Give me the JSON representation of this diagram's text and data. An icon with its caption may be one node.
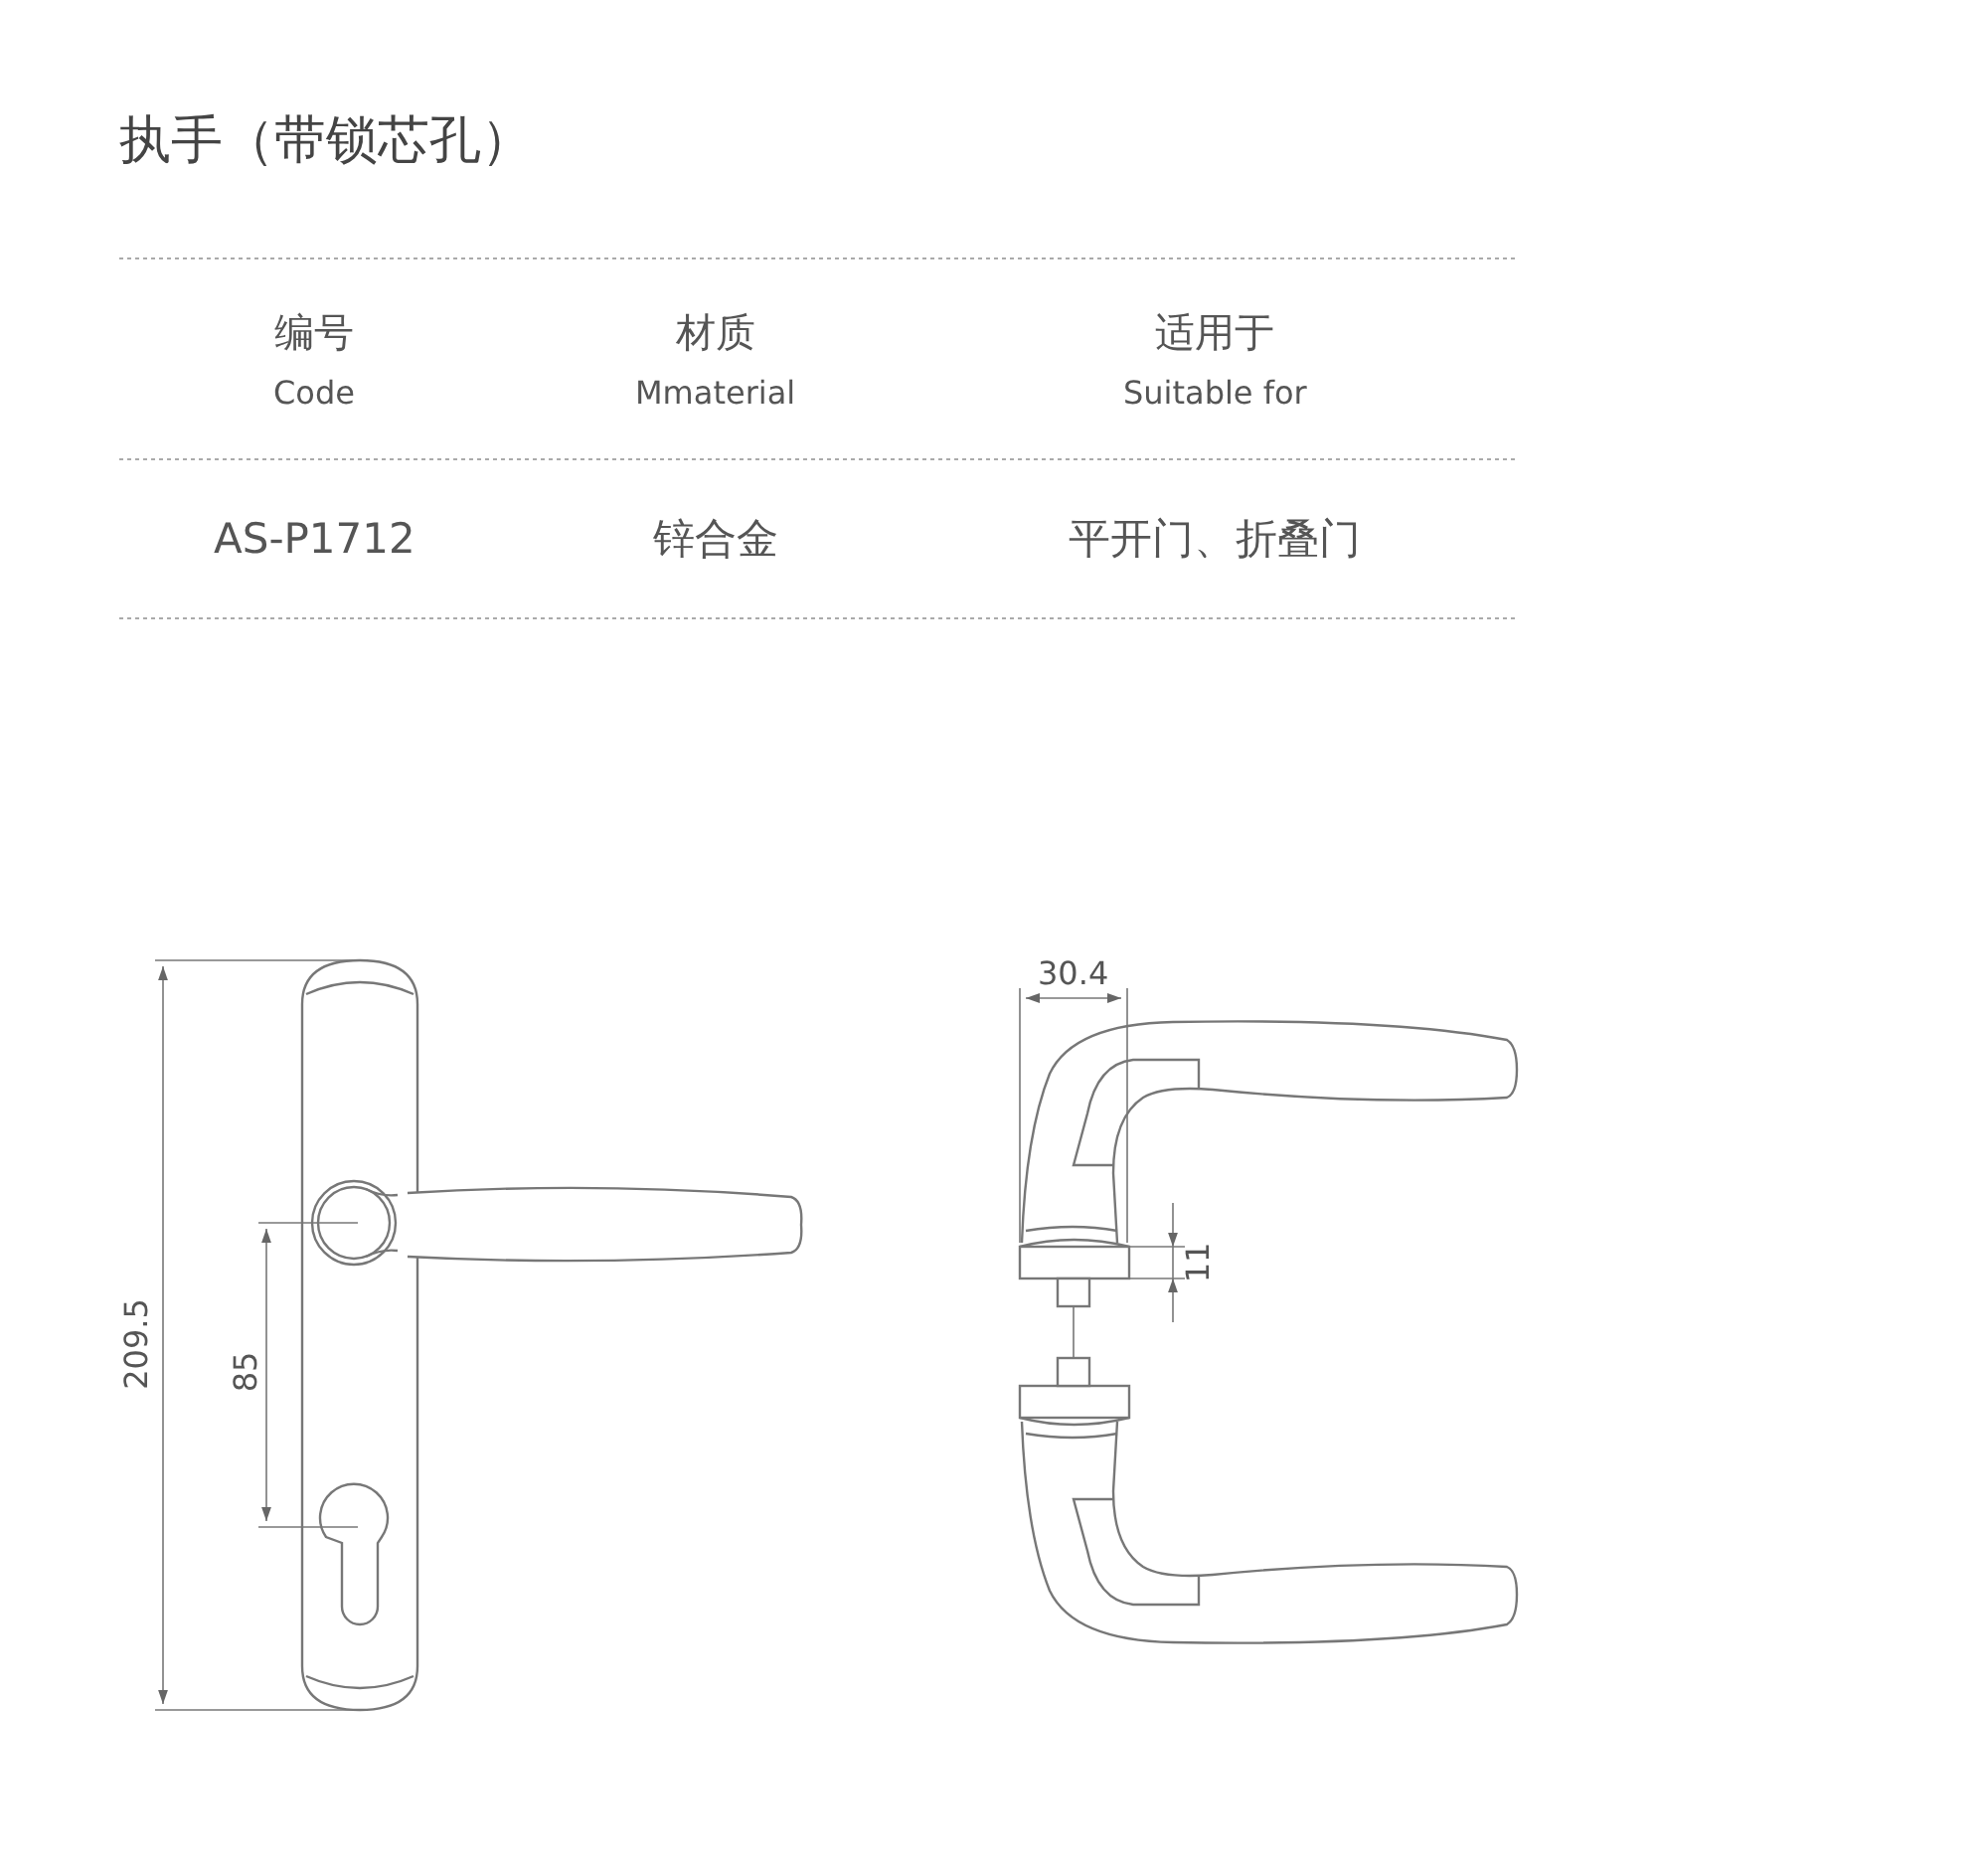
{
  "diagram": {
    "title": "执手（带锁芯孔）",
    "labels": [
      "编号",
      "Code",
      "材质",
      "Mmaterial",
      "适用于",
      "Suitable for",
      "AS-P1712",
      "锌合金",
      "平开门、折叠门",
      "209.5",
      "85",
      "30.4",
      "11"
    ]
  }
}
